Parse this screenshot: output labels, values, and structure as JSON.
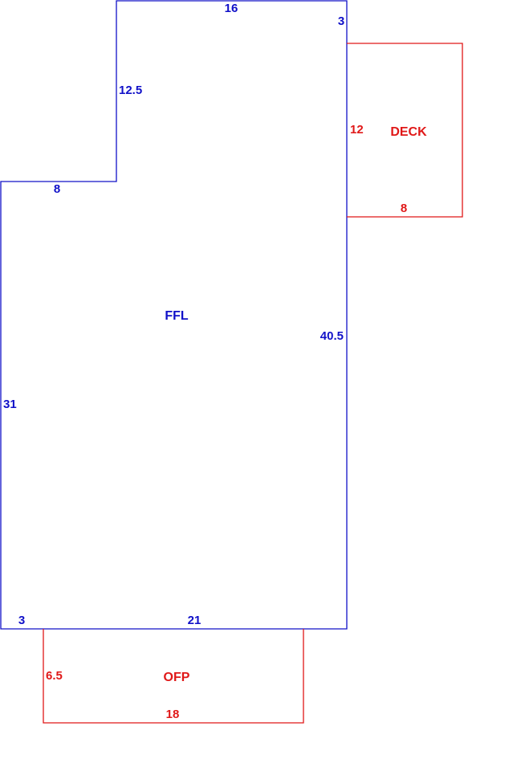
{
  "colors": {
    "main": "#1010c8",
    "attached": "#e01818",
    "background": "#ffffff"
  },
  "areas": {
    "main": {
      "label": "FFL",
      "dims": {
        "top": "16",
        "notch_top": "3",
        "upper_left": "12.5",
        "step": "8",
        "right": "40.5",
        "left": "31",
        "bottom_left": "3",
        "bottom": "21"
      }
    },
    "deck": {
      "label": "DECK",
      "dims": {
        "height": "12",
        "width": "8"
      }
    },
    "porch": {
      "label": "OFP",
      "dims": {
        "height": "6.5",
        "width": "18"
      }
    }
  }
}
